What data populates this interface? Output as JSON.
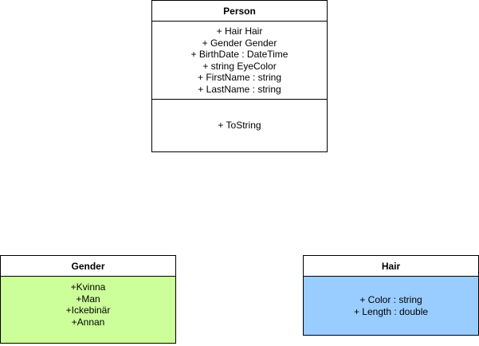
{
  "diagram": {
    "classes": {
      "person": {
        "name": "Person",
        "attributes": [
          "+ Hair Hair",
          "+ Gender Gender",
          "+ BirthDate : DateTime",
          "+ string EyeColor",
          "+ FirstName : string",
          "+ LastName : string"
        ],
        "operations": [
          "+ ToString"
        ]
      },
      "gender": {
        "name": "Gender",
        "values": [
          "+Kvinna",
          "+Man",
          "+Ickebinär",
          "+Annan"
        ],
        "fill_color": "#ccff99"
      },
      "hair": {
        "name": "Hair",
        "attributes": [
          "+ Color : string",
          "+ Length : double"
        ],
        "fill_color": "#99ccff"
      }
    }
  }
}
